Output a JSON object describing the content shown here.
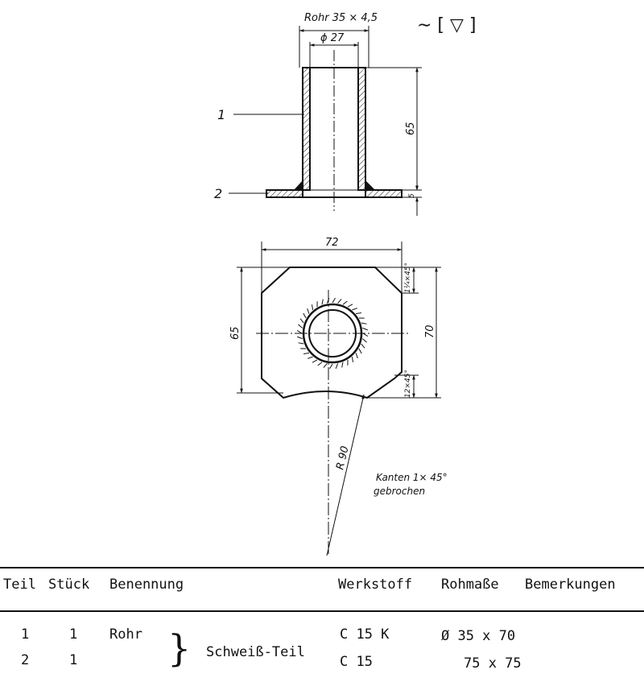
{
  "drawing": {
    "tube_label": "Rohr 35 × 4,5",
    "inner_dia_label": "ϕ 27",
    "surface_symbol": "∼ [ ▽ ]",
    "height_label": "65",
    "plate_thickness_label": "5",
    "leader_part_1": "1",
    "leader_part_2": "2",
    "width_top_label": "72",
    "height_left_label": "65",
    "height_right_label": "70",
    "chamfer_top_label": "1¼×45°",
    "chamfer_bottom_label": "12×45°",
    "radius_label": "R 90",
    "edge_note_line1": "Kanten 1× 45°",
    "edge_note_line2": "gebrochen"
  },
  "parts_table": {
    "headers": {
      "teil": "Teil",
      "stueck": "Stück",
      "benennung": "Benennung",
      "werkstoff": "Werkstoff",
      "rohmasse": "Rohmaße",
      "bemerkungen": "Bemerkungen"
    },
    "rows": [
      {
        "teil": "1",
        "stueck": "1",
        "benennung": "Rohr",
        "werkstoff": "C 15 K",
        "rohmasse": "Ø 35 x 70"
      },
      {
        "teil": "2",
        "stueck": "1",
        "benennung": "",
        "werkstoff": "C 15",
        "rohmasse": "75 x 75"
      }
    ],
    "group_label": "Schweiß-Teil"
  }
}
